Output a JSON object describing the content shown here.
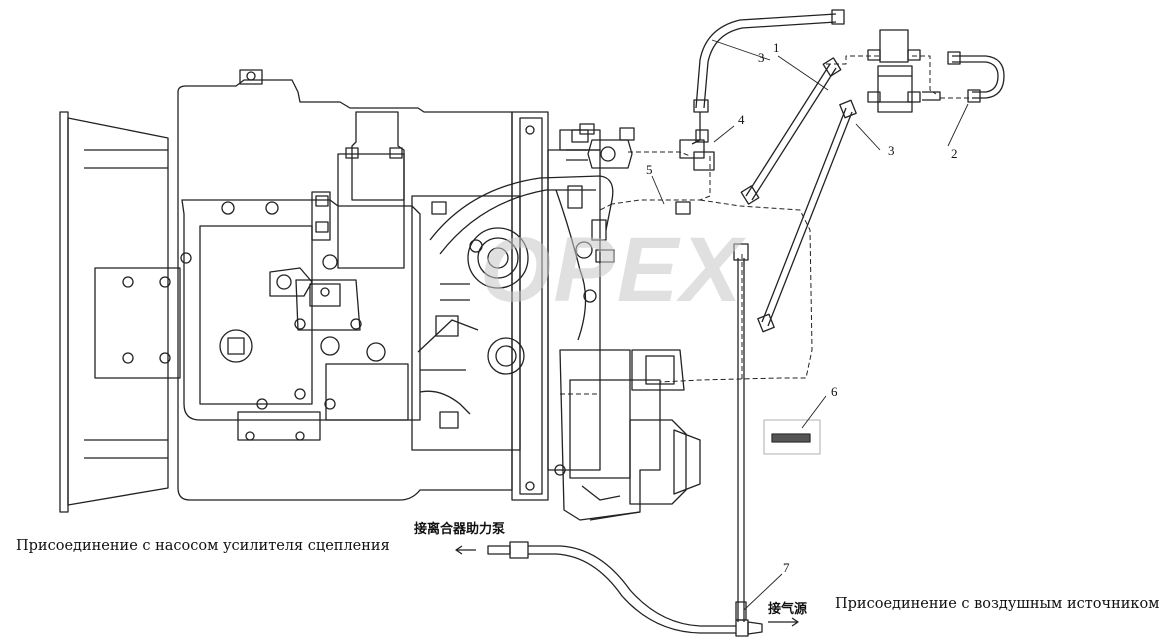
{
  "watermark": "OPEX",
  "callouts": [
    "1",
    "2",
    "3",
    "3",
    "4",
    "5",
    "6",
    "7"
  ],
  "captions": {
    "clutch_pump": "Присоединение с насосом усилителя сцепления",
    "air_source": "Присоединение с воздушным источником"
  },
  "chinese_labels": {
    "clutch_pump_cn": "接离合器助力泵",
    "air_source_cn": "接气源"
  }
}
